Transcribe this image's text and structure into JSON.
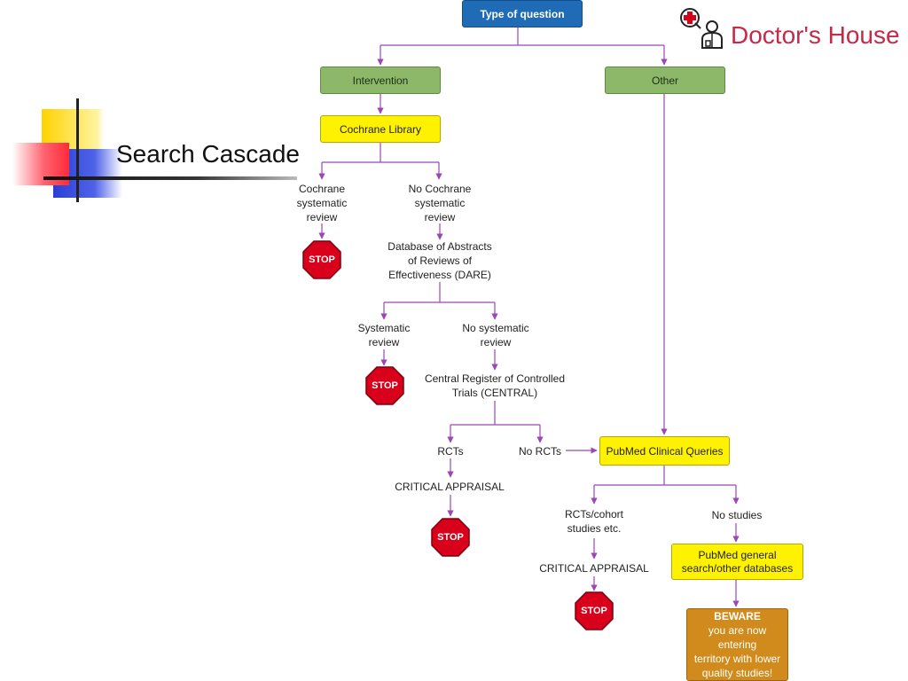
{
  "slide": {
    "title": "Search Cascade"
  },
  "brand": {
    "name": "Doctor's House",
    "color": "#c42a49"
  },
  "colors": {
    "connector": "#9b47b5",
    "stop": "#d9001b",
    "question_box": "#1f6bb5",
    "category_box": "#8db86a",
    "source_box": "#fff200",
    "warning_box": "#d08b1c"
  },
  "nodes": {
    "type_of_question": "Type of question",
    "intervention": "Intervention",
    "other": "Other",
    "cochrane_library": "Cochrane Library",
    "cochrane_sr": "Cochrane\nsystematic\nreview",
    "no_cochrane_sr": "No Cochrane\nsystematic\nreview",
    "dare": "Database of Abstracts\nof Reviews of\nEffectiveness (DARE)",
    "systematic_review": "Systematic\nreview",
    "no_systematic_review": "No systematic\nreview",
    "central": "Central Register of Controlled\nTrials (CENTRAL)",
    "rcts": "RCTs",
    "no_rcts": "No RCTs",
    "critical_appraisal_1": "CRITICAL APPRAISAL",
    "pubmed_clinical_queries": "PubMed Clinical Queries",
    "rcts_cohort": "RCTs/cohort\nstudies etc.",
    "no_studies": "No studies",
    "critical_appraisal_2": "CRITICAL APPRAISAL",
    "pubmed_general": "PubMed general\nsearch/other databases",
    "beware_title": "BEWARE",
    "beware_text": "you are now entering\nterritory with lower\nquality studies!"
  },
  "stop_label": "STOP"
}
